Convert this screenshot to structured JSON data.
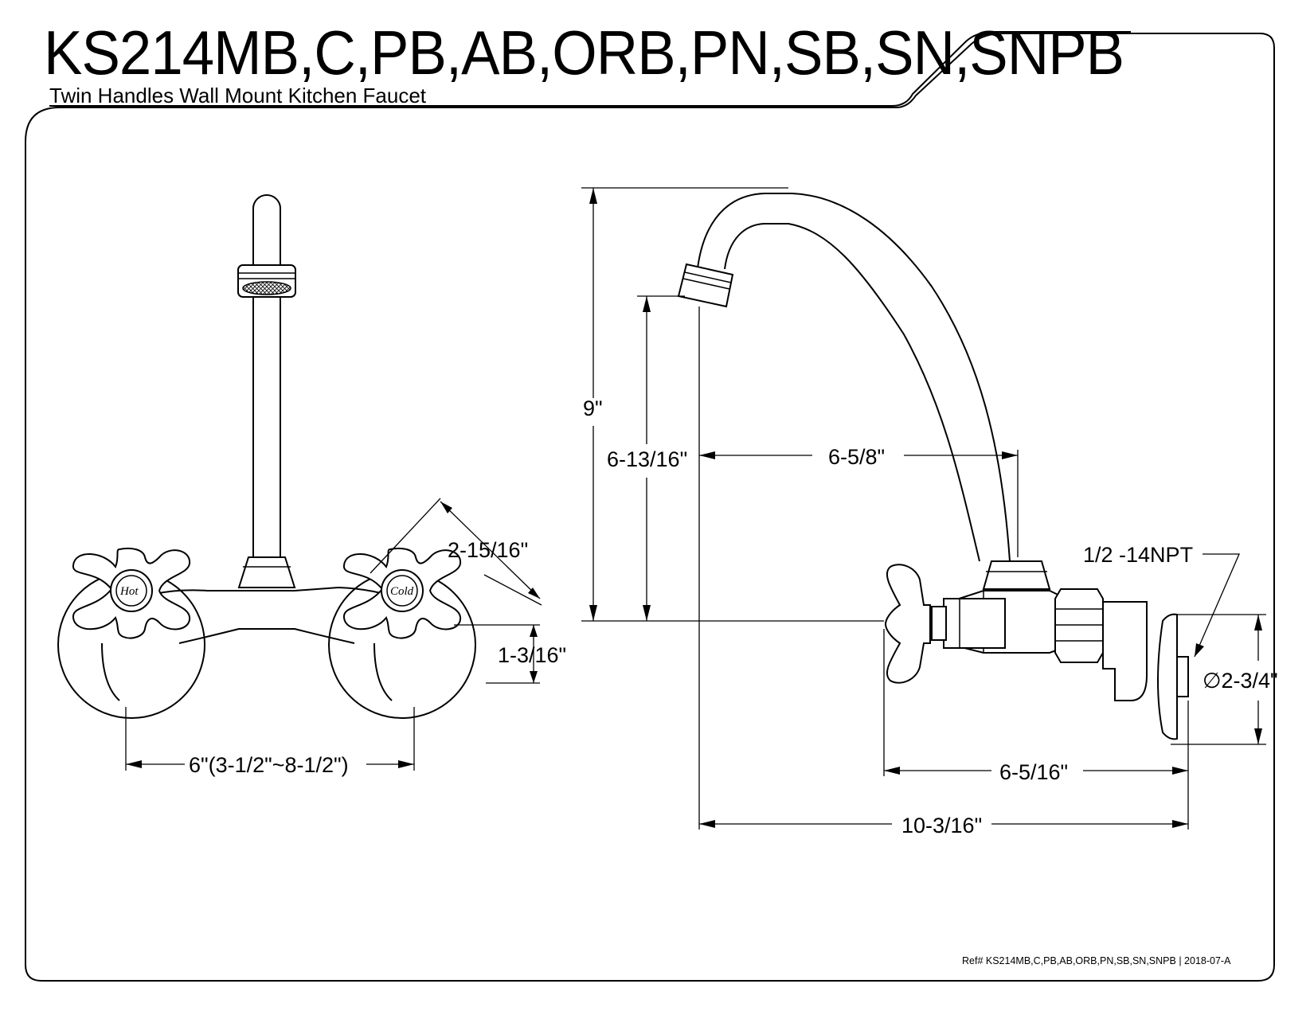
{
  "header": {
    "title": "KS214MB,C,PB,AB,ORB,PN,SB,SN,SNPB",
    "subtitle": "Twin Handles Wall Mount Kitchen Faucet"
  },
  "handle_labels": {
    "hot": "Hot",
    "cold": "Cold"
  },
  "dimensions": {
    "handle_spread": "2-15/16\"",
    "handle_offset": "1-3/16\"",
    "centers": "6\"(3-1/2\"~8-1/2\")",
    "overall_height": "9\"",
    "spout_height": "6-13/16\"",
    "spout_reach": "6-5/8\"",
    "thread": "1/2 -14NPT",
    "flange_diameter": "∅2-3/4\"",
    "body_depth": "6-5/16\"",
    "overall_projection": "10-3/16\""
  },
  "footer": {
    "reference": "Ref# KS214MB,C,PB,AB,ORB,PN,SB,SN,SNPB | 2018-07-A"
  }
}
